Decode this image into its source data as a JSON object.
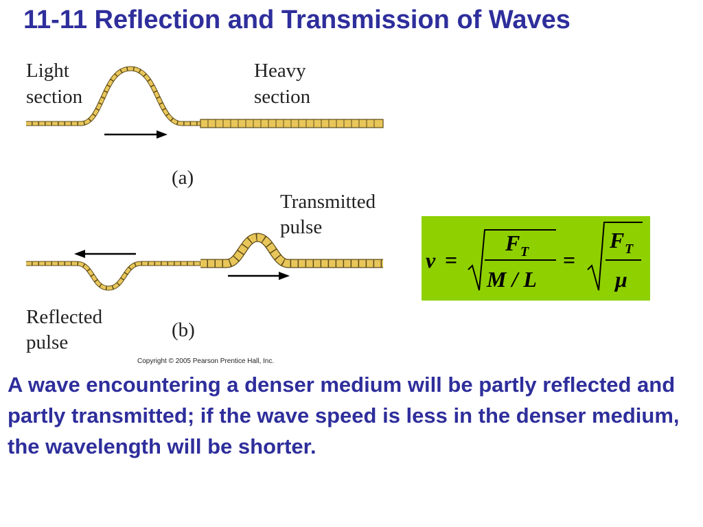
{
  "title": "11-11 Reflection and Transmission of Waves",
  "figure": {
    "light_section": "Light\nsection",
    "heavy_section": "Heavy\nsection",
    "label_a": "(a)",
    "transmitted_pulse": "Transmitted\npulse",
    "reflected_pulse": "Reflected\npulse",
    "label_b": "(b)",
    "copyright": "Copyright © 2005 Pearson Prentice Hall, Inc."
  },
  "formula": {
    "v": "v",
    "eq1": "=",
    "eq2": "=",
    "F": "F",
    "T_sub": "T",
    "M_over_L": "M / L",
    "F2": "F",
    "T_sub2": "T",
    "mu": "μ"
  },
  "body": "A wave encountering a denser medium will be partly reflected and partly transmitted; if the wave speed is less in the denser medium, the wavelength will be shorter.",
  "colors": {
    "title": "#2e2e9c",
    "rope": "#e8c65a",
    "box": "#8fd000"
  }
}
